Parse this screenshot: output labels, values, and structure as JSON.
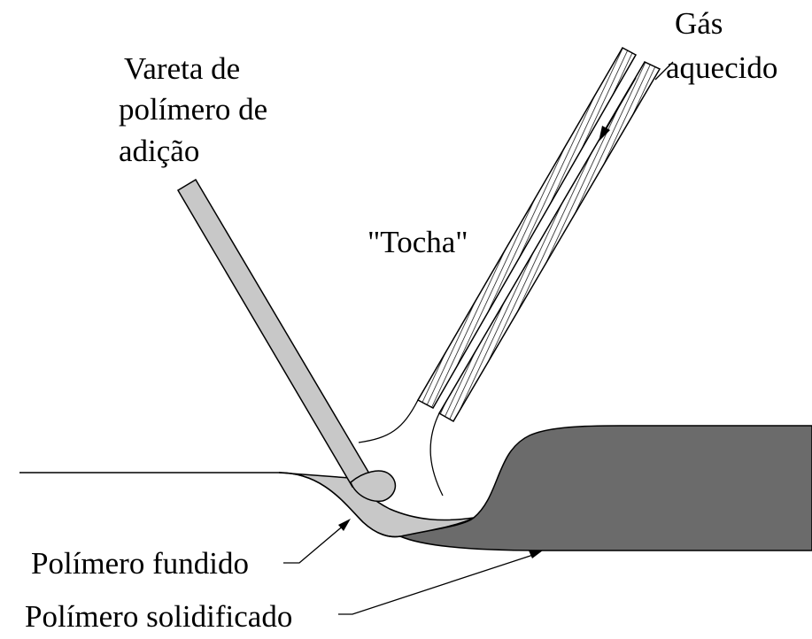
{
  "labels": {
    "rod": [
      "Vareta de",
      "polímero de",
      "adição"
    ],
    "gas": [
      "Gás",
      "aquecido"
    ],
    "torch": "\"Tocha\"",
    "melted": "Polímero fundido",
    "solidified": "Polímero solidificado"
  },
  "colors": {
    "background": "#ffffff",
    "line": "#000000",
    "rod_fill": "#c8c8c8",
    "melted_fill": "#c8c8c8",
    "solidified_fill": "#6b6b6b"
  }
}
